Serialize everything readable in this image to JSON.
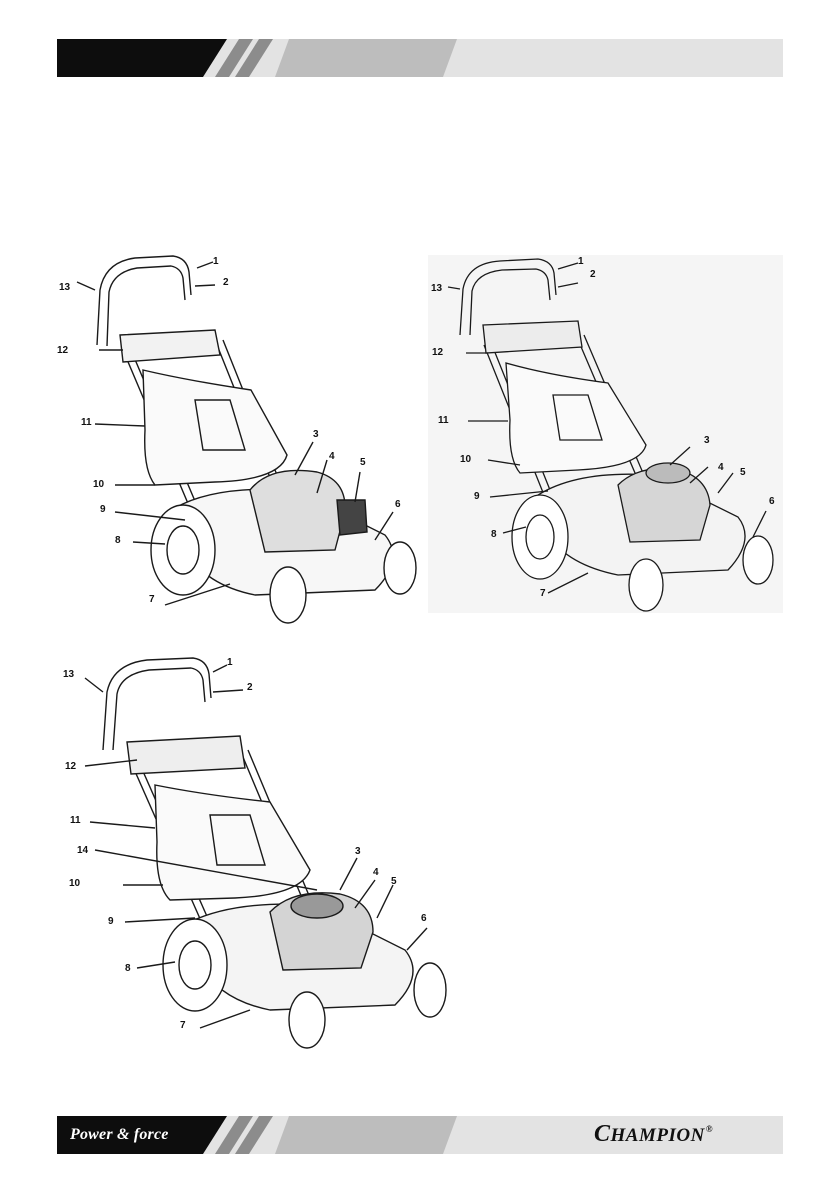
{
  "footer": {
    "slogan": "Power & force",
    "brand_initial": "C",
    "brand_rest": "HAMPION",
    "registered_mark": "®"
  },
  "figures": [
    {
      "callouts": [
        "1",
        "2",
        "3",
        "4",
        "5",
        "6",
        "7",
        "8",
        "9",
        "10",
        "11",
        "12",
        "13"
      ]
    },
    {
      "callouts": [
        "1",
        "2",
        "3",
        "4",
        "5",
        "6",
        "7",
        "8",
        "9",
        "10",
        "11",
        "12",
        "13"
      ]
    },
    {
      "callouts": [
        "1",
        "2",
        "3",
        "4",
        "5",
        "6",
        "7",
        "8",
        "9",
        "10",
        "11",
        "12",
        "13",
        "14"
      ]
    }
  ],
  "colors": {
    "band_black": "#0d0d0d",
    "band_grey": "#bfbfbf",
    "band_light": "#e2e2e2",
    "line": "#1a1a1a"
  }
}
